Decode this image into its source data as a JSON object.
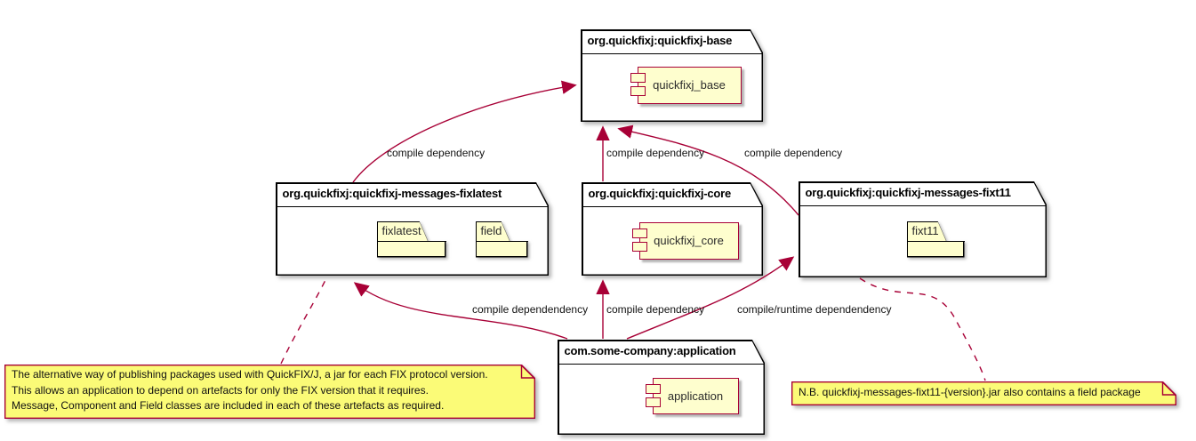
{
  "diagram_type": "package-dependency-diagram",
  "colors": {
    "accent": "#A80036",
    "shape_fill": "#FEFECE",
    "note_fill": "#FBFB77",
    "border": "#000000",
    "background": "#FFFFFF"
  },
  "packages": [
    {
      "title": "org.quickfixj:quickfixj-base",
      "component": {
        "label": "quickfixj_base"
      }
    },
    {
      "title": "org.quickfixj:quickfixj-messages-fixlatest",
      "folders": [
        {
          "label": "fixlatest"
        },
        {
          "label": "field"
        }
      ]
    },
    {
      "title": "org.quickfixj:quickfixj-core",
      "component": {
        "label": "quickfixj_core"
      }
    },
    {
      "title": "org.quickfixj:quickfixj-messages-fixt11",
      "folders": [
        {
          "label": "fixt11"
        }
      ]
    },
    {
      "title": "com.some-company:application",
      "component": {
        "label": "application"
      }
    }
  ],
  "edges": [
    {
      "from": "quickfixj-messages-fixlatest",
      "to": "quickfixj-base",
      "label": "compile dependency"
    },
    {
      "from": "quickfixj-core",
      "to": "quickfixj-base",
      "label": "compile dependency"
    },
    {
      "from": "quickfixj-messages-fixt11",
      "to": "quickfixj-base",
      "label": "compile dependency"
    },
    {
      "from": "application",
      "to": "quickfixj-messages-fixlatest",
      "label": "compile dependendency"
    },
    {
      "from": "application",
      "to": "quickfixj-core",
      "label": "compile dependency"
    },
    {
      "from": "application",
      "to": "quickfixj-messages-fixt11",
      "label": "compile/runtime dependendency"
    }
  ],
  "notes": [
    {
      "lines": [
        "The alternative way of publishing packages used with QuickFIX/J, a jar for each FIX protocol version.",
        "This allows an application to depend on artefacts for only the FIX version that it requires.",
        "Message, Component and Field classes are included in each of these artefacts as required."
      ]
    },
    {
      "lines": [
        "N.B. quickfixj-messages-fixt11-{version}.jar also contains a field package"
      ]
    }
  ]
}
